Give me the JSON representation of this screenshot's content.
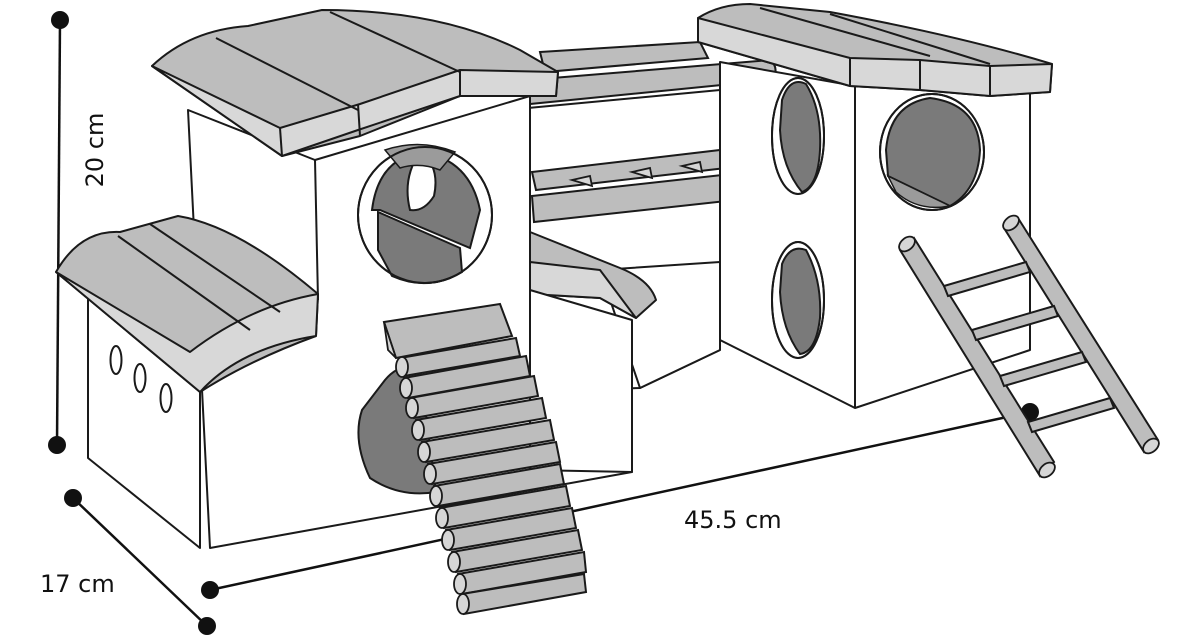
{
  "dimensions": {
    "height": "20 cm",
    "depth": "17 cm",
    "width": "45.5 cm"
  },
  "colors": {
    "roof": "#bdbdbd",
    "hole": "#7a7a7a",
    "outline": "#1a1a1a"
  }
}
